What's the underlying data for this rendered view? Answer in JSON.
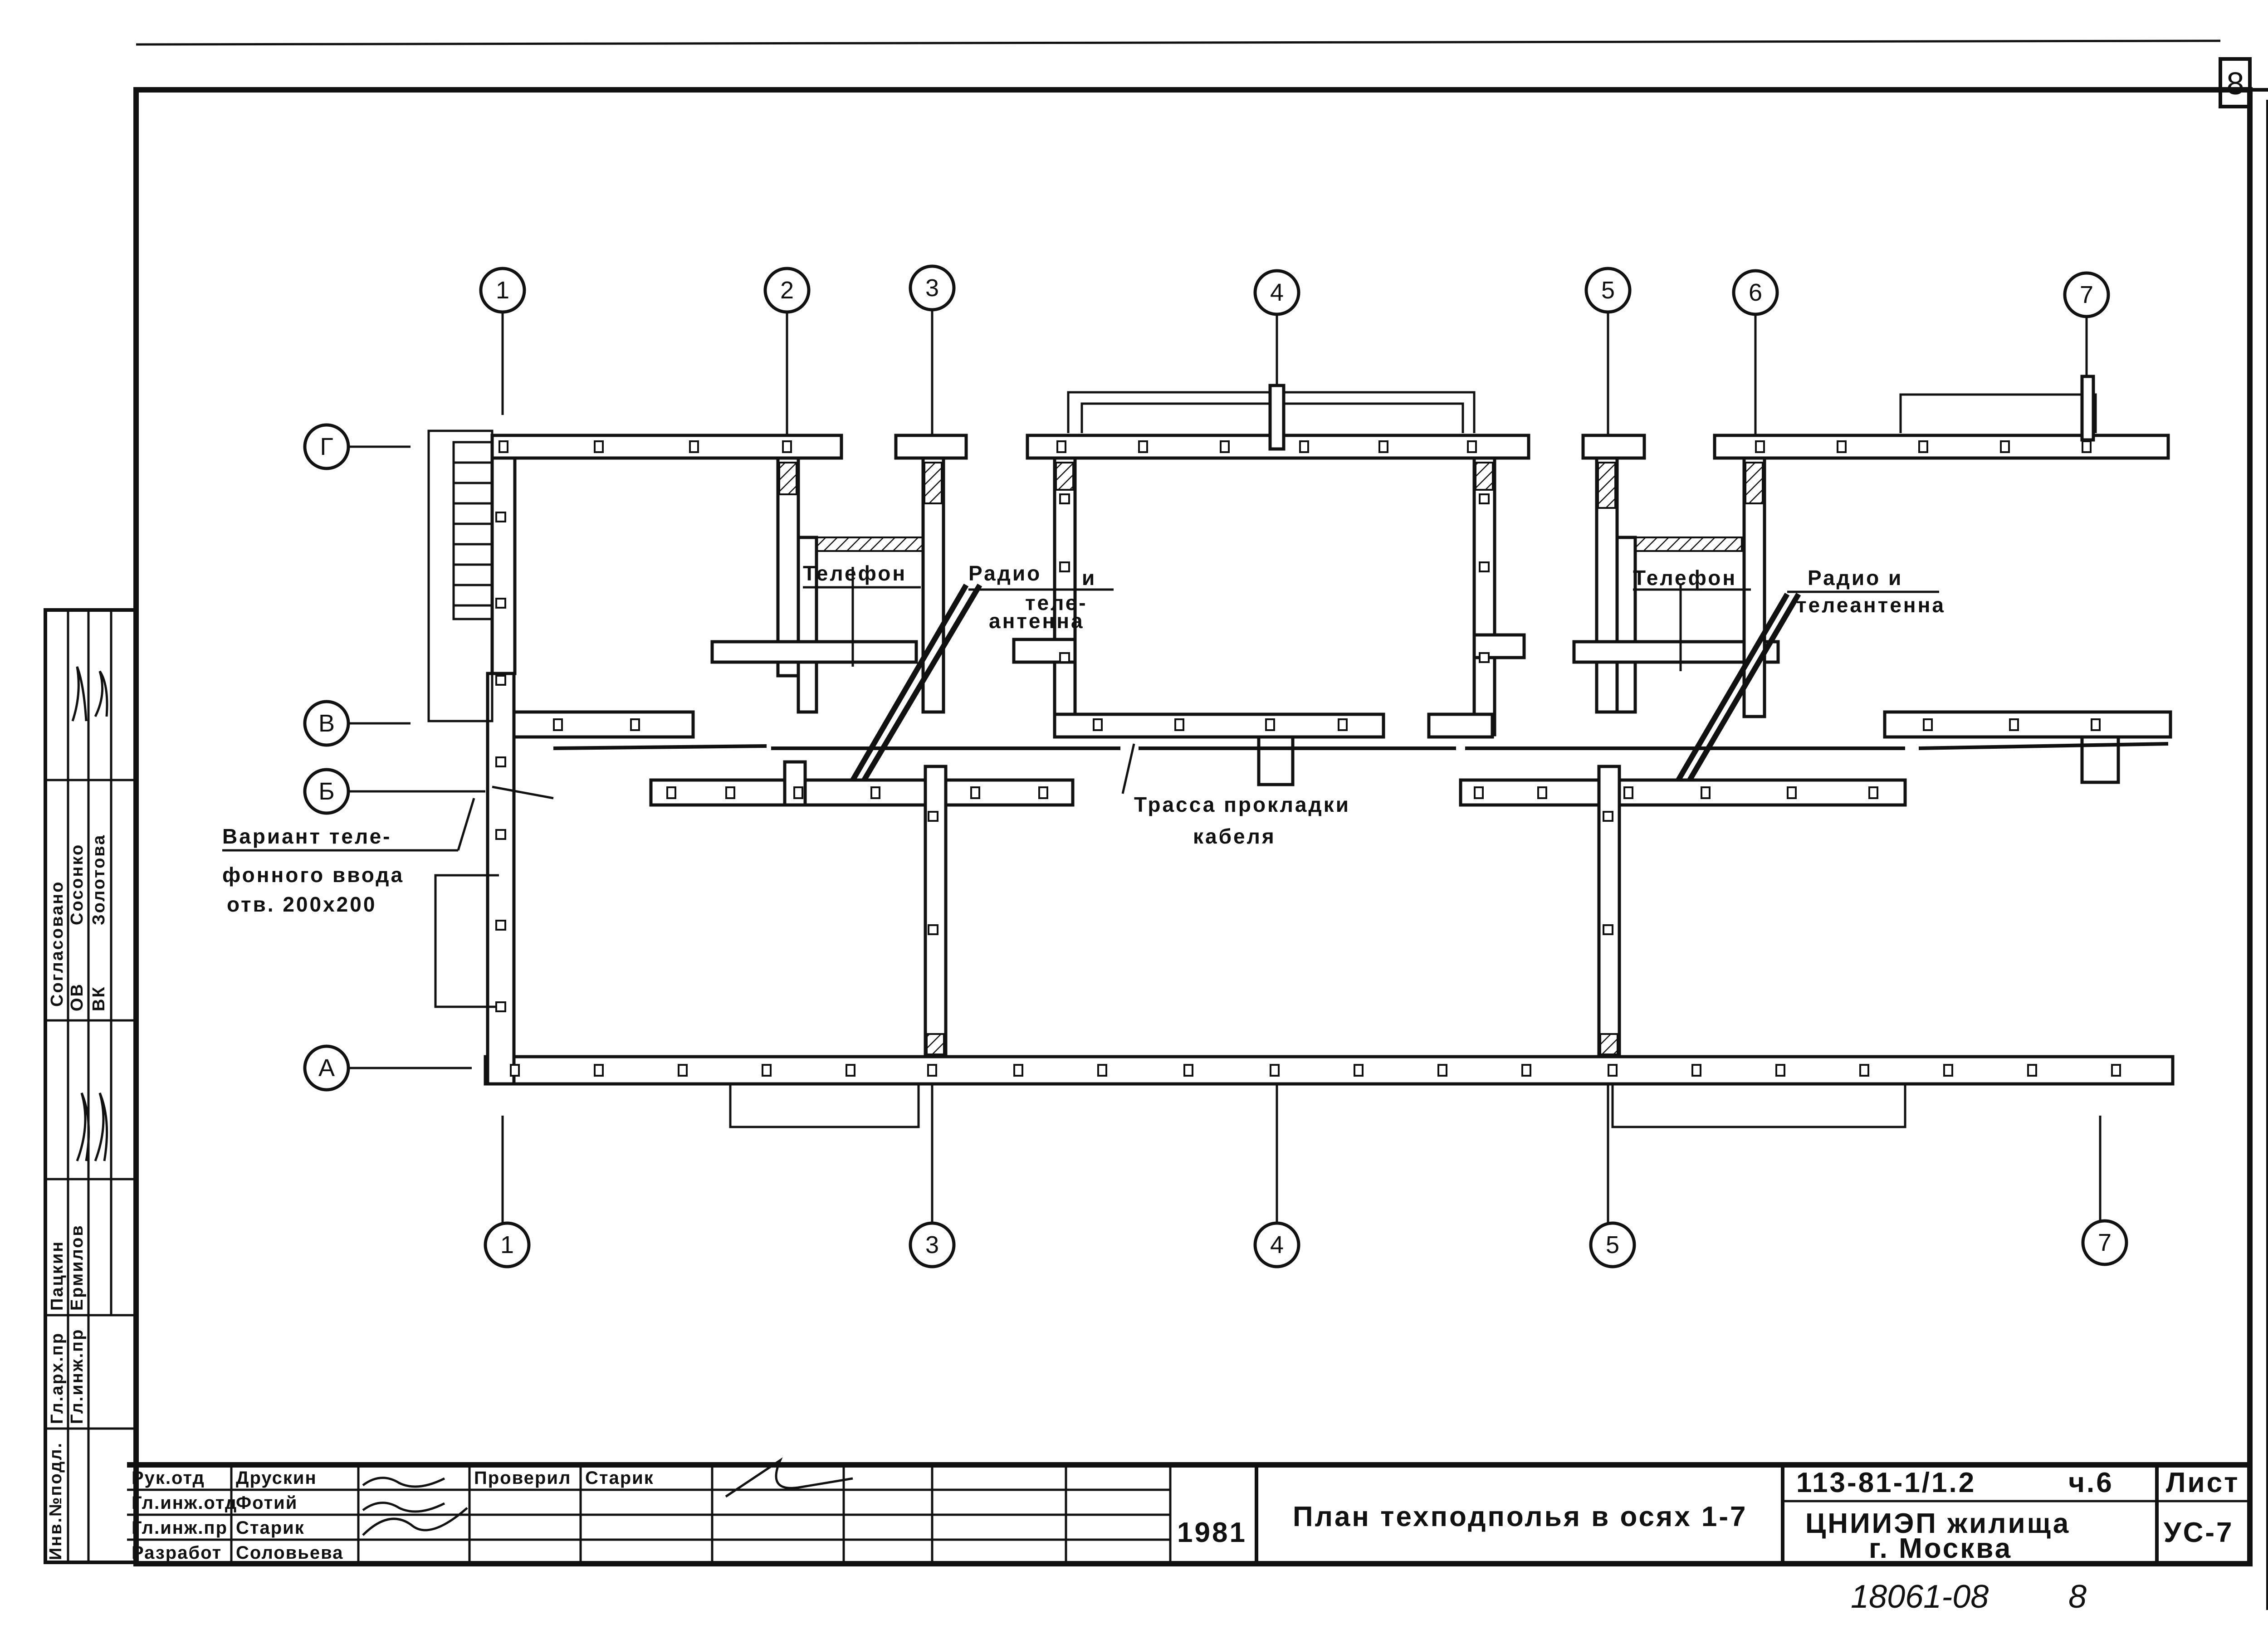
{
  "sheet": {
    "number": "8",
    "code_handwritten": "18061-08",
    "code_page": "8"
  },
  "axes_top": [
    "1",
    "2",
    "3",
    "4",
    "5",
    "6",
    "7"
  ],
  "axes_bottom": [
    "1",
    "3",
    "4",
    "5",
    "7"
  ],
  "axes_left": [
    "Г",
    "В",
    "Б",
    "А"
  ],
  "labels": {
    "telefon_1": "Телефон",
    "radio_1a": "Радио",
    "radio_1b": "и",
    "radio_1c": "теле-",
    "radio_1d": "антенна",
    "telefon_2": "Телефон",
    "radio_2a": "Радио и",
    "radio_2b": "телеантенна",
    "trassa_1": "Трасса прокладки",
    "trassa_2": "кабеля",
    "variant_1": "Вариант теле-",
    "variant_2": "фонного ввода",
    "variant_3": "отв. 200х200"
  },
  "side_stamp": {
    "header": "Согласовано",
    "rows": [
      {
        "dept": "ОВ",
        "name": "Сосонко"
      },
      {
        "dept": "ВК",
        "name": "Золотова"
      }
    ],
    "rows2": [
      {
        "role": "Гл.арх.пр",
        "name": "Пацкин"
      },
      {
        "role": "Гл.инж.пр",
        "name": "Ермилов"
      }
    ],
    "inv": "Инв.№подл."
  },
  "title_block": {
    "people": [
      {
        "role": "Рук.отд",
        "name": "Друскин"
      },
      {
        "role": "Гл.инж.отд",
        "name": "Фотий"
      },
      {
        "role": "Гл.инж.пр",
        "name": "Старик"
      },
      {
        "role": "Разработ",
        "name": "Соловьева"
      }
    ],
    "checked_label": "Проверил",
    "checked_name": "Старик",
    "year": "1981",
    "title": "План техподполья в осях 1-7",
    "project_code": "113-81-1/1.2",
    "part": "ч.6",
    "org": "ЦНИИЭП жилища",
    "city": "г. Москва",
    "sheet_label": "Лист",
    "sheet_value": "УС-7"
  }
}
